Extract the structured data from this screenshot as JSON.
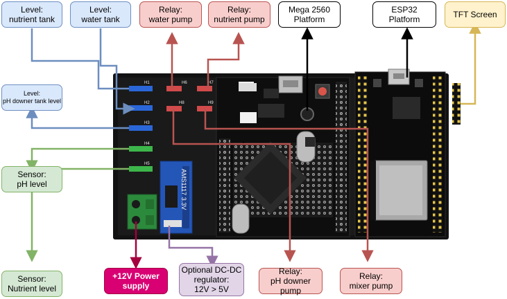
{
  "labels": {
    "level_nutrient_tank": [
      "Level:",
      "nutrient tank"
    ],
    "level_water_tank": [
      "Level:",
      "water tank"
    ],
    "relay_water_pump": [
      "Relay:",
      "water pump"
    ],
    "relay_nutrient_pump": [
      "Relay:",
      "nutrient pump"
    ],
    "mega_platform": [
      "Mega 2560",
      "Platform"
    ],
    "esp32_platform": [
      "ESP32",
      "Platform"
    ],
    "tft_screen": [
      "TFT Screen"
    ],
    "level_ph_downer_tank": [
      "Level:",
      "pH downer tank level"
    ],
    "sensor_ph_level": [
      "Sensor:",
      "pH level"
    ],
    "sensor_nutrient_level": [
      "Sensor:",
      "Nutrient level"
    ],
    "power_supply": [
      "+12V Power",
      "supply"
    ],
    "dcdc_regulator": [
      "Optional DC-DC",
      "regulator:",
      "12V > 5V"
    ],
    "relay_ph_downer_pump": [
      "Relay:",
      "pH downer pump"
    ],
    "relay_mixer_pump": [
      "Relay:",
      "mixer pump"
    ]
  },
  "board": {
    "headers": [
      "H1",
      "H2",
      "H3",
      "H4",
      "H5",
      "H6",
      "H7",
      "H8",
      "H9"
    ],
    "regulator_text": "AMS1117 3.3V"
  },
  "colors": {
    "blue": "#6c8ebf",
    "red": "#b85450",
    "green": "#82b366",
    "black": "#000000",
    "yellow": "#d6b656",
    "purple": "#9673a6",
    "magenta": "#a50040"
  }
}
